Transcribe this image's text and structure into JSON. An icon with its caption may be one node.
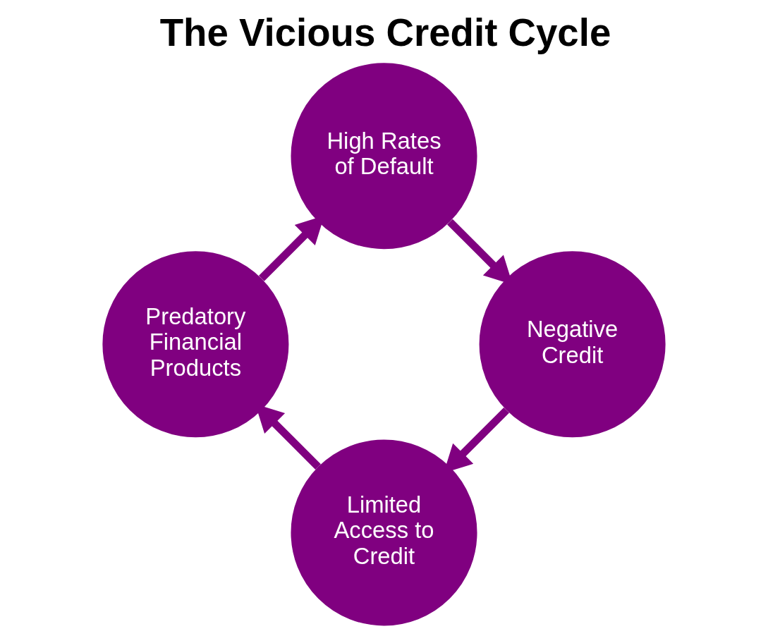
{
  "diagram": {
    "title": "The Vicious Credit Cycle",
    "nodes": [
      {
        "text": [
          "Limited Access to Credit"
        ]
      },
      {
        "text": [
          "Predatory Financial Products"
        ]
      },
      {
        "text": [
          "High Rates of Default"
        ]
      },
      {
        "text": [
          "Negative Credit"
        ]
      }
    ],
    "edges": [
      {
        "from": 0,
        "to": 1,
        "arrow": "to"
      },
      {
        "from": 1,
        "to": 2,
        "arrow": "to"
      },
      {
        "from": 2,
        "to": 3,
        "arrow": "to"
      },
      {
        "from": 3,
        "to": 0,
        "arrow": "to"
      }
    ]
  }
}
